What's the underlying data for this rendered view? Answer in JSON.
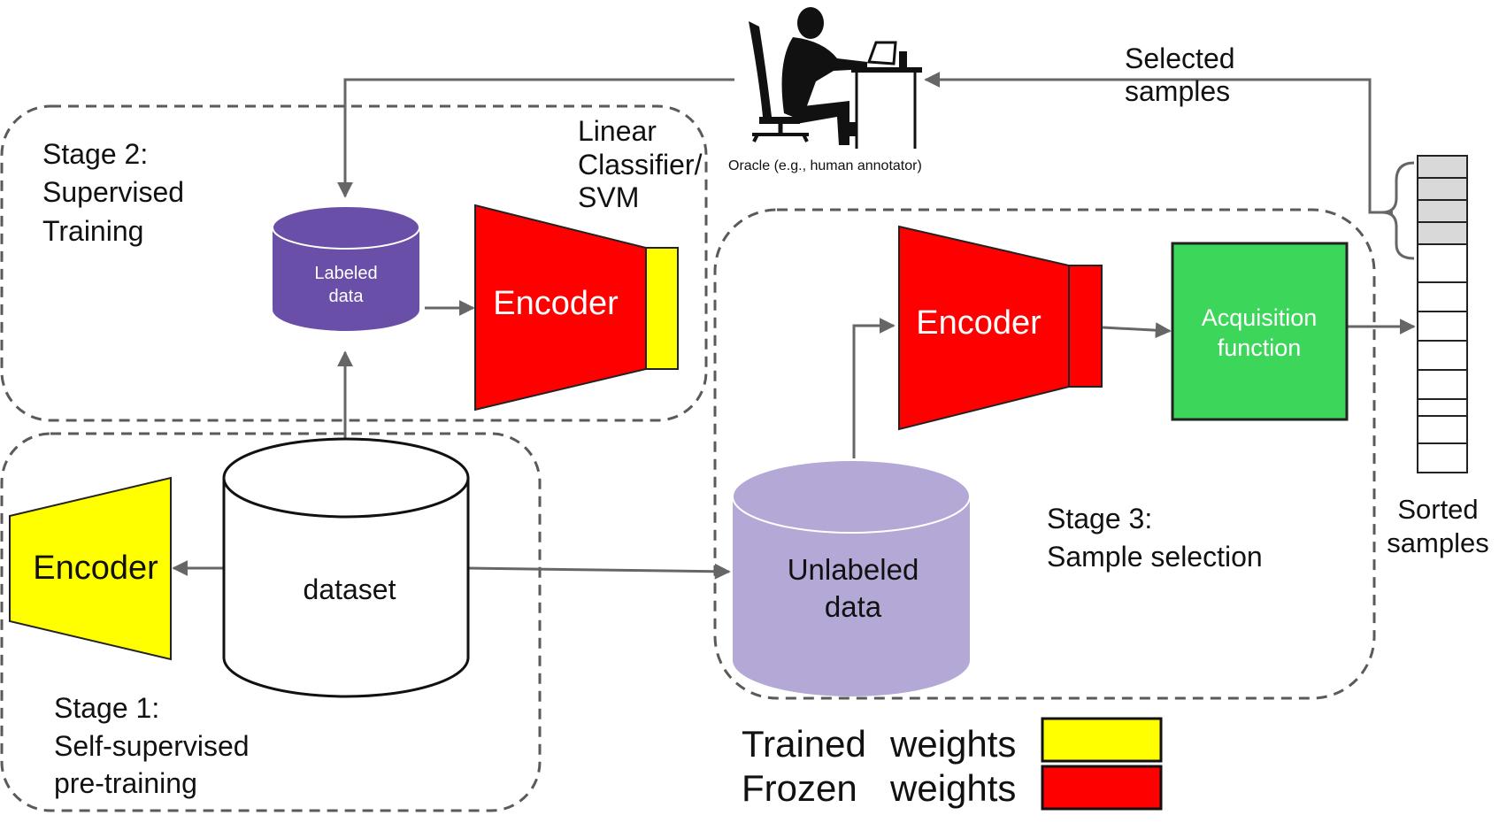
{
  "stage2": {
    "line1": "Stage 2:",
    "line2": "Supervised",
    "line3": "Training"
  },
  "classifier": {
    "line1": "Linear",
    "line2": "Classifier/",
    "line3": "SVM"
  },
  "oracle": {
    "label": "Oracle (e.g., human annotator)"
  },
  "selected": {
    "line1": "Selected",
    "line2": "samples"
  },
  "labeled": {
    "line1": "Labeled",
    "line2": "data"
  },
  "encoder_stage2": "Encoder",
  "encoder_stage3": "Encoder",
  "encoder_stage1": "Encoder",
  "acquisition": {
    "line1": "Acquisition",
    "line2": "function"
  },
  "sorted": {
    "line1": "Sorted",
    "line2": "samples"
  },
  "dataset": "dataset",
  "unlabeled": {
    "line1": "Unlabeled",
    "line2": "data"
  },
  "stage3": {
    "line1": "Stage 3:",
    "line2": "Sample selection"
  },
  "stage1": {
    "line1": "Stage 1:",
    "line2": "Self-supervised",
    "line3": "pre-training"
  },
  "legend": {
    "trained_a": "Trained",
    "trained_b": "weights",
    "frozen_a": "Frozen",
    "frozen_b": "weights",
    "trained_color": "#ffff00",
    "frozen_color": "#ff0000"
  },
  "colors": {
    "labeled_data": "#6a4fa8",
    "unlabeled_data": "#b3a8d6",
    "acquisition_box": "#3cd65a",
    "sorted_selected": "#d9d9d9"
  },
  "icons": {
    "oracle": "person-at-desk-icon"
  }
}
